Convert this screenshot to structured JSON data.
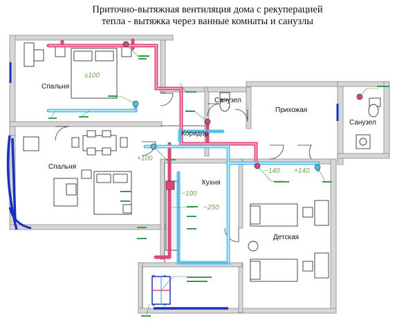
{
  "title": {
    "line1": "Приточно-вытяжная вентиляция дома с рекуперацией",
    "line2": "тепла - вытяжка через ванные комнаты и санузлы"
  },
  "rooms": {
    "bedroom_top": "Спальня",
    "bedroom_left": "Спальня",
    "corridor": "Коридор",
    "bathroom_small": "Санузел",
    "hallway": "Прихожая",
    "bathroom_right": "Санузел",
    "kitchen": "Кухня",
    "kids_room": "Детская"
  },
  "flows": {
    "bedroom_top": "±100",
    "bedroom_left": "+100",
    "kitchen_supply": "−100",
    "kitchen_main": "−250",
    "hall_exhaust": "−140",
    "hall_supply": "+140"
  },
  "colors": {
    "wall": "#9a9a9a",
    "wall_fill": "#d6d6d6",
    "supply_duct": "#5bc0e8",
    "exhaust_duct": "#e0447a",
    "window": "#1a2fbf",
    "flow_label": "#6aa84f"
  }
}
